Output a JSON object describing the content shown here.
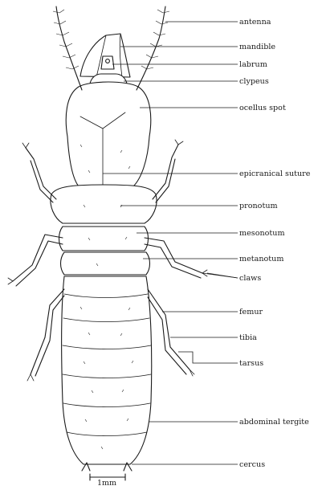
{
  "labels": {
    "antenna": "antenna",
    "mandible": "mandible",
    "labrum": "labrum",
    "clypeus": "clypeus",
    "ocellus_spot": "ocellus spot",
    "epicranical_suture": "epicranical suture",
    "pronotum": "pronotum",
    "mesonotum": "mesonotum",
    "metanotum": "metanotum",
    "claws": "claws",
    "femur": "femur",
    "tibia": "tibia",
    "tarsus": "tarsus",
    "abdominal_tergite": "abdominal tergite",
    "cercus": "cercus"
  },
  "scale_bar": {
    "text": "1mm"
  }
}
